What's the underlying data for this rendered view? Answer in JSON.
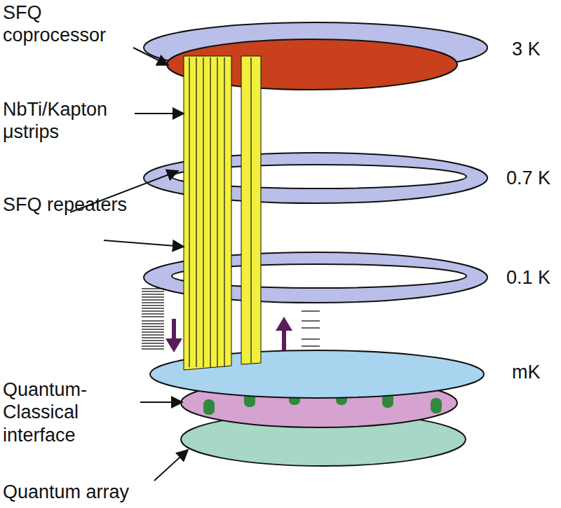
{
  "diagram": {
    "labels": [
      "SFQ coprocessor",
      "NbTi/Kapton μstrips",
      "SFQ repeaters",
      "Quantum-Classical interface",
      "Quantum array",
      "3 K",
      "0.7 K",
      "0.1 K",
      "mK"
    ]
  }
}
